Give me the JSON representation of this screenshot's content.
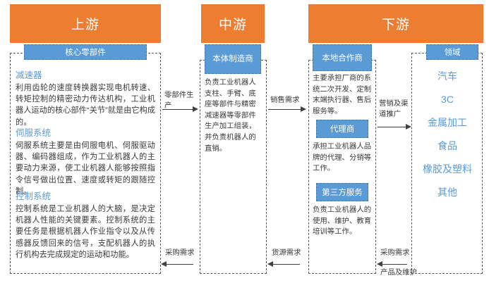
{
  "stages": {
    "upstream": {
      "label": "上游"
    },
    "midstream": {
      "label": "中游"
    },
    "downstream": {
      "label": "下游"
    }
  },
  "upstream": {
    "chip": "核心零部件",
    "sections": [
      {
        "title": "减速器",
        "text": "利用齿轮的速度转换器实现电机转速、转矩控制的精密动力传达机构，工业机器人运动的核心部件“关节”就是由它构成的。"
      },
      {
        "title": "伺服系统",
        "text": "伺服系统主要是由伺服电机、伺服驱动器、编码器组成，作为工业机器人的主要动力来源，使工业机器人能够按照指令信号做出位置、速度或转矩的跟随控制。"
      },
      {
        "title": "控制系统",
        "text": "控制系统是工业机器人的大脑，是决定机器人性能的关键要素。控制系统的主要任务是根据机器人作业指令以及从传感器反馈回来的信号，支配机器人的执行机构去完成规定的运动和功能。"
      }
    ]
  },
  "midstream": {
    "chip": "本体制造商",
    "text": "负责工业机器人支柱、手臂、底座等部件与精密减速器等零部件生产加工组装，并负责机器人的直销。"
  },
  "downstream": {
    "blocks": [
      {
        "chip": "本地合作商",
        "text": "主要承担厂商的系统二次开发、定制末端执行器、售后服务等。"
      },
      {
        "chip": "代理商",
        "text": "承担工业机器人品牌的代理、分销等工作。"
      },
      {
        "chip": "第三方服务",
        "text": "负责工业机器人的使用、维护、教育培训等工作。"
      }
    ]
  },
  "fields": {
    "chip": "领域",
    "items": [
      "汽车",
      "3C",
      "金属加工",
      "食品",
      "橡胶及塑料",
      "其他"
    ]
  },
  "arrows": [
    {
      "id": "a1",
      "label": "零部件生产",
      "direction": "right"
    },
    {
      "id": "a2",
      "label": "销售需求",
      "direction": "right"
    },
    {
      "id": "a3",
      "label": "营销及渠道推广",
      "direction": "right"
    },
    {
      "id": "a4",
      "label_top": "采购需求",
      "label_bottom": "产品及维护",
      "direction": "left"
    },
    {
      "id": "a5",
      "label": "货源需求",
      "direction": "left"
    },
    {
      "id": "a6",
      "label": "采购需求",
      "direction": "left"
    }
  ],
  "colors": {
    "stage_header": "#ED7D31",
    "chip": "#5B9BD5",
    "field_text": "#5B9BD5",
    "body_text": "#3A3A3A",
    "dash_border": "#595959"
  }
}
